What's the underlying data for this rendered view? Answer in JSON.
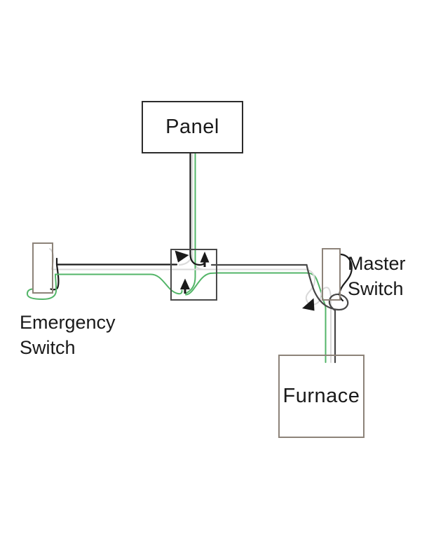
{
  "labels": {
    "panel": "Panel",
    "furnace": "Furnace",
    "emergency_switch": [
      "Emergency",
      "Switch"
    ],
    "master_switch": [
      "Master",
      "Switch"
    ]
  },
  "icons": {
    "flow_arrow_up": "▲",
    "flow_arrow_right": "▶",
    "flow_arrow_down_left": "◀"
  },
  "colors": {
    "wire_hot_black": "#1a1a1a",
    "wire_neutral_gray": "#d9d9d9",
    "wire_ground_green": "#53b568",
    "wire_dark_gray": "#474747",
    "box_border_taupe": "#8d8379",
    "junction_border": "#4a4a4a",
    "panel_border": "#2b2b2b",
    "text": "#1a1a1a",
    "background": "#ffffff"
  }
}
